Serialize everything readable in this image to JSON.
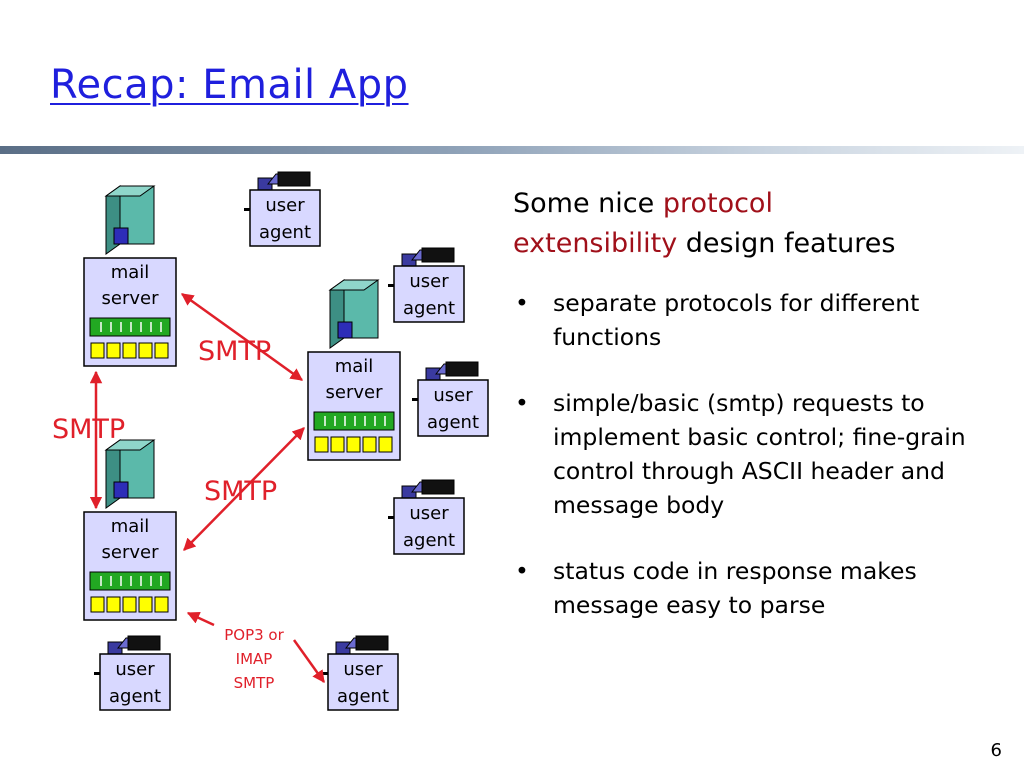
{
  "slide": {
    "title": "Recap: Email App",
    "page_number": "6"
  },
  "diagram": {
    "mail_server_label_line1": "mail",
    "mail_server_label_line2": "server",
    "user_agent_label_line1": "user",
    "user_agent_label_line2": "agent",
    "smtp_label": "SMTP",
    "access_label_line1": "POP3 or",
    "access_label_line2": "IMAP",
    "access_label_line3": "SMTP",
    "colors": {
      "arrow": "#e0202a",
      "server_tower": "#59b8a8",
      "queue": "#2ea82e",
      "mailbox": "#ffff00",
      "protocol_text": "#e0202a"
    }
  },
  "content": {
    "heading_part1": "Some nice ",
    "heading_highlight1": "protocol",
    "heading_highlight2": "extensibility",
    "heading_part2": " design features",
    "bullets": [
      "separate protocols for different functions",
      "simple/basic (smtp) requests to implement basic control; fine-grain control through ASCII header and message body",
      "status code in response makes message easy to parse"
    ],
    "highlight_color": "#a0101a"
  }
}
